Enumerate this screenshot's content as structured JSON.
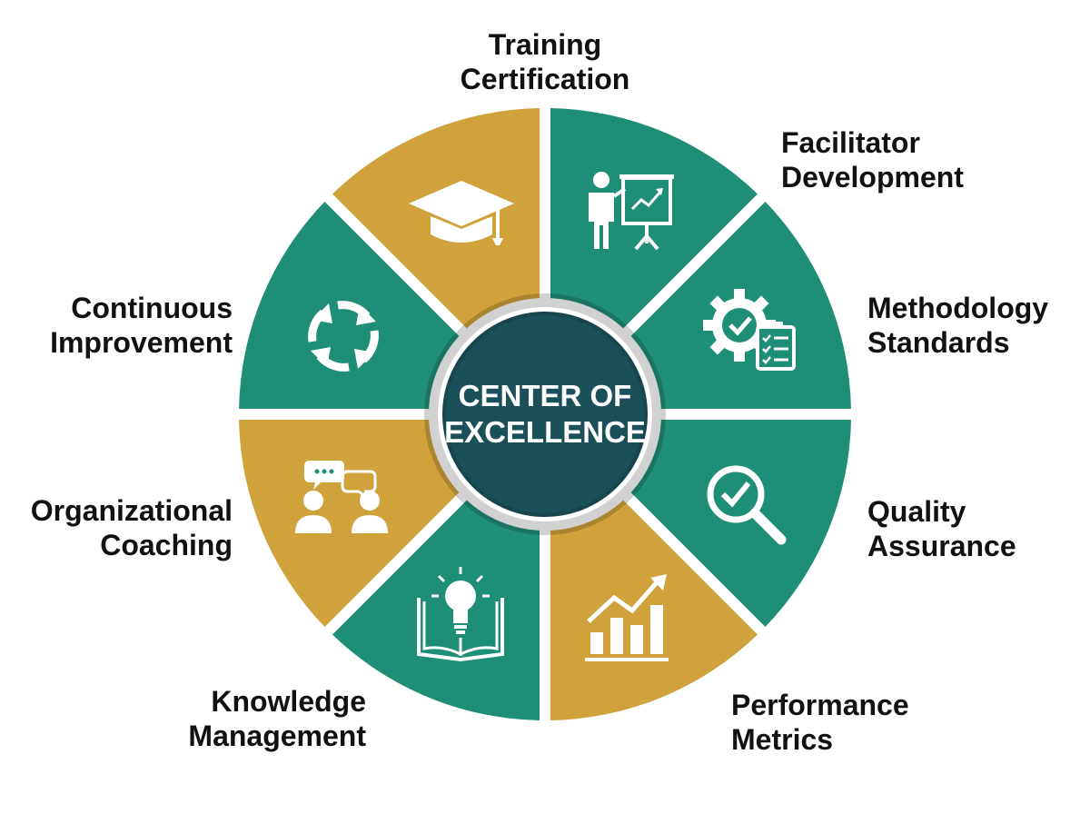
{
  "center": {
    "line1": "CENTER OF",
    "line2": "EXCELLENCE"
  },
  "colors": {
    "teal": "#1f8e77",
    "gold": "#cfa23c",
    "hub": "#1b4f5a",
    "hub_ring": "#17464f",
    "icon": "#ffffff"
  },
  "segments": [
    {
      "key": "training",
      "line1": "Training",
      "line2": "Certification",
      "color": "teal",
      "icon": "graduation-cap-icon"
    },
    {
      "key": "facilitator",
      "line1": "Facilitator",
      "line2": "Development",
      "color": "teal",
      "icon": "presenter-board-icon"
    },
    {
      "key": "methodology",
      "line1": "Methodology",
      "line2": "Standards",
      "color": "teal",
      "icon": "gear-checklist-icon"
    },
    {
      "key": "quality",
      "line1": "Quality",
      "line2": "Assurance",
      "color": "gold",
      "icon": "magnifier-check-icon"
    },
    {
      "key": "performance",
      "line1": "Performance",
      "line2": "Metrics",
      "color": "teal",
      "icon": "bar-chart-trend-icon"
    },
    {
      "key": "knowledge",
      "line1": "Knowledge",
      "line2": "Management",
      "color": "gold",
      "icon": "lightbulb-book-icon"
    },
    {
      "key": "coaching",
      "line1": "Organizational",
      "line2": "Coaching",
      "color": "teal",
      "icon": "people-chat-icon"
    },
    {
      "key": "improvement",
      "line1": "Continuous",
      "line2": "Improvement",
      "color": "gold",
      "icon": "cycle-arrows-icon"
    }
  ]
}
